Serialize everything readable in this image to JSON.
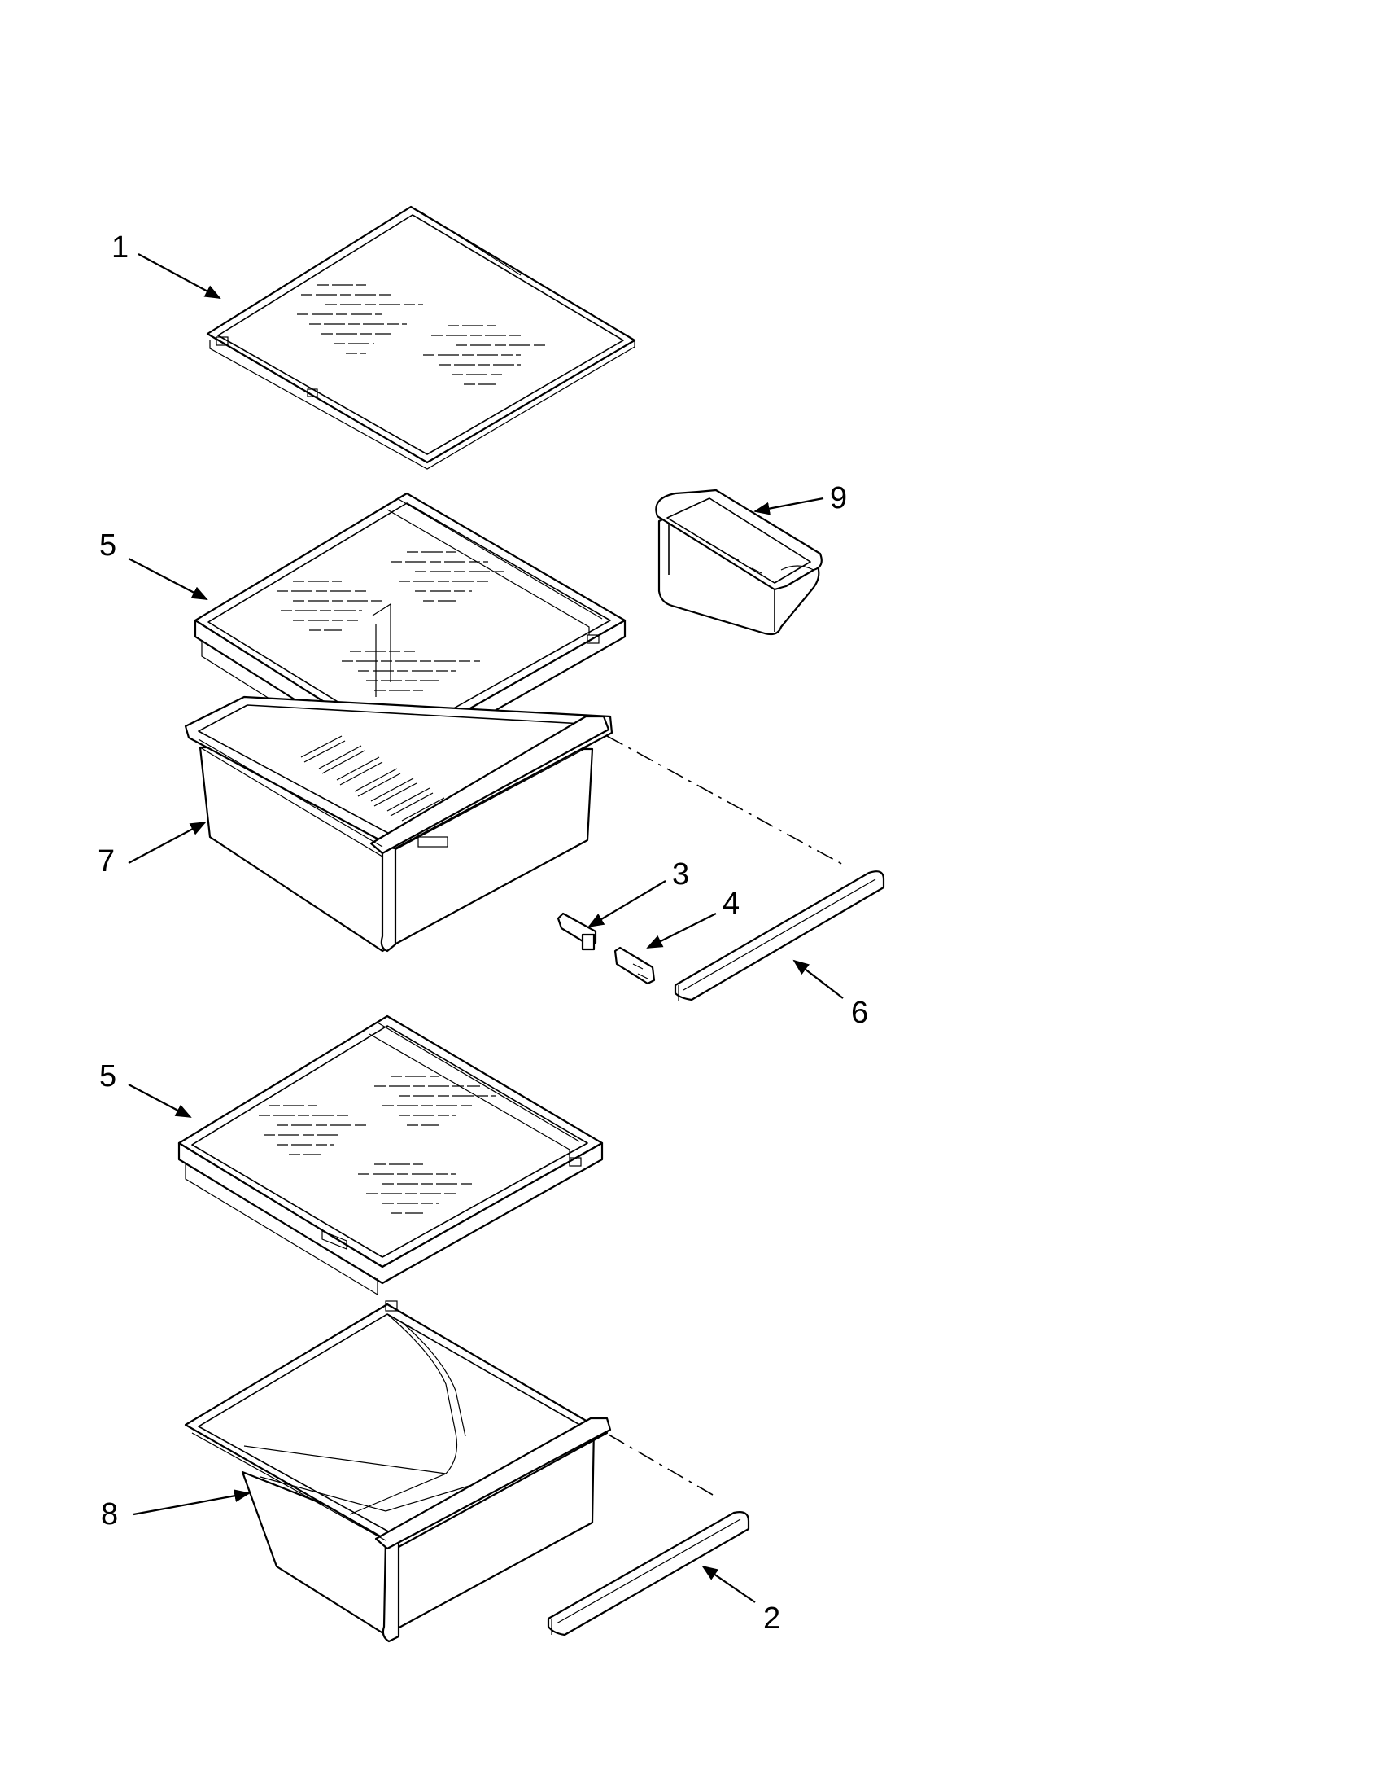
{
  "callouts": [
    {
      "id": "c1",
      "label": "1"
    },
    {
      "id": "c9",
      "label": "9"
    },
    {
      "id": "c5a",
      "label": "5"
    },
    {
      "id": "c7",
      "label": "7"
    },
    {
      "id": "c3",
      "label": "3"
    },
    {
      "id": "c4",
      "label": "4"
    },
    {
      "id": "c6",
      "label": "6"
    },
    {
      "id": "c5b",
      "label": "5"
    },
    {
      "id": "c8",
      "label": "8"
    },
    {
      "id": "c2",
      "label": "2"
    }
  ]
}
